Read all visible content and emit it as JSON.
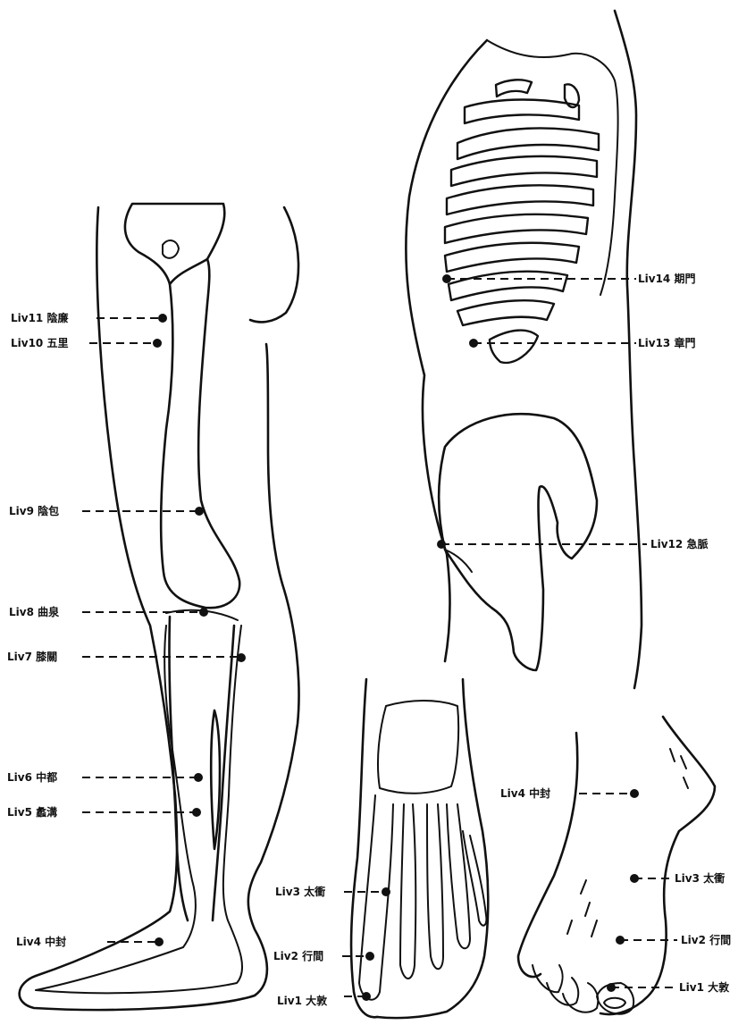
{
  "points": [
    {
      "id": "liv11",
      "label": "Liv11 陰廉"
    },
    {
      "id": "liv10",
      "label": "Liv10 五里"
    },
    {
      "id": "liv9",
      "label": "Liv9 陰包"
    },
    {
      "id": "liv8",
      "label": "Liv8 曲泉"
    },
    {
      "id": "liv7",
      "label": "Liv7 膝關"
    },
    {
      "id": "liv6",
      "label": "Liv6 中都"
    },
    {
      "id": "liv5",
      "label": "Liv5 蠡溝"
    },
    {
      "id": "liv4-leg",
      "label": "Liv4 中封"
    },
    {
      "id": "liv14",
      "label": "Liv14 期門"
    },
    {
      "id": "liv13",
      "label": "Liv13 章門"
    },
    {
      "id": "liv12",
      "label": "Liv12 急脈"
    },
    {
      "id": "liv3-front",
      "label": "Liv3 太衝"
    },
    {
      "id": "liv2-front",
      "label": "Liv2 行間"
    },
    {
      "id": "liv1-front",
      "label": "Liv1 大敦"
    },
    {
      "id": "liv4-side",
      "label": "Liv4 中封"
    },
    {
      "id": "liv3-side",
      "label": "Liv3 太衝"
    },
    {
      "id": "liv2-side",
      "label": "Liv2 行間"
    },
    {
      "id": "liv1-side",
      "label": "Liv1 大敦"
    }
  ]
}
